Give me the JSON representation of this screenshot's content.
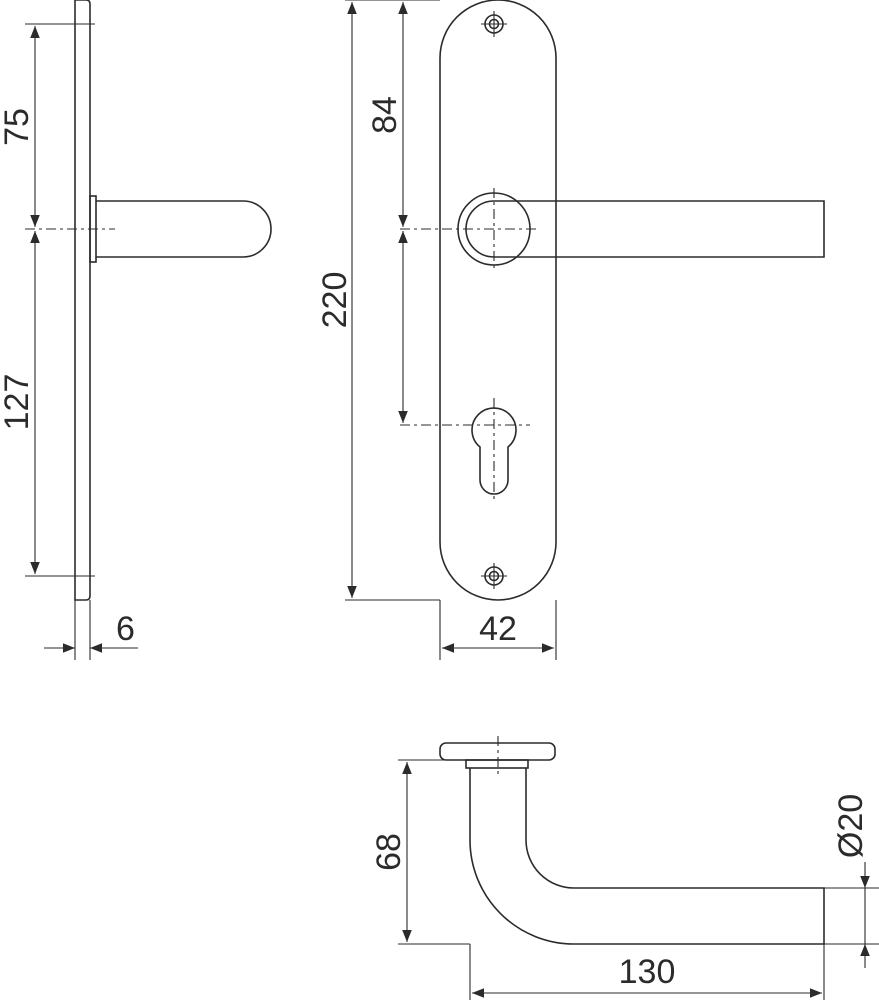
{
  "dimensions": {
    "top_to_handle": "75",
    "handle_to_bottom": "127",
    "plate_thickness": "6",
    "total_height": "220",
    "handle_to_keyhole": "84",
    "plate_width": "42",
    "handle_projection": "68",
    "handle_length": "130",
    "handle_diameter": "Ø20"
  },
  "colors": {
    "line": "#2b2b2b",
    "background": "#ffffff"
  }
}
